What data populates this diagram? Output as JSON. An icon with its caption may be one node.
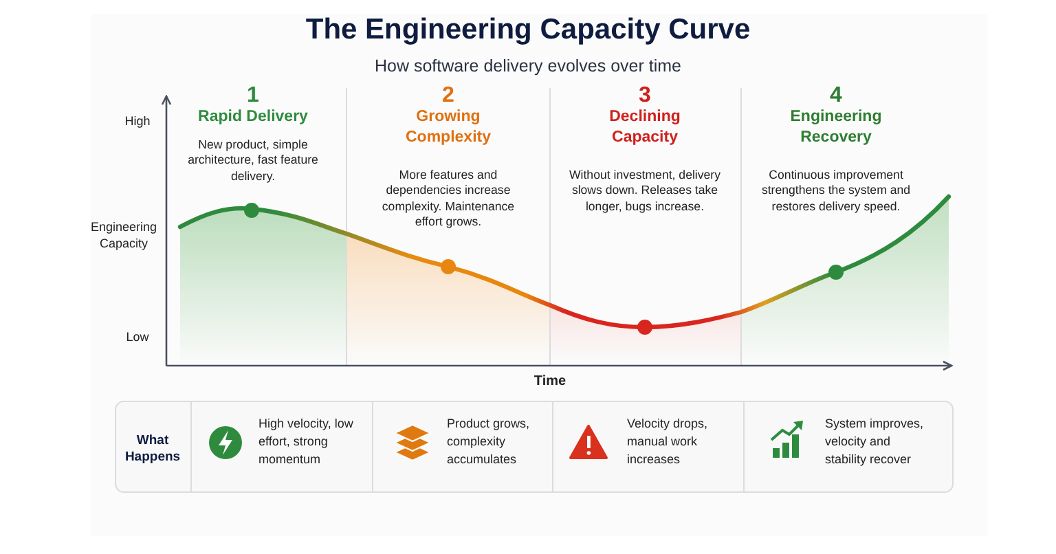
{
  "diagram": {
    "title": "The Engineering Capacity Curve",
    "labels": [
      "How software delivery evolves over time",
      "High",
      "Engineering Capacity",
      "Low",
      "Time",
      "1",
      "Rapid Delivery",
      "New product, simple architecture, fast feature delivery.",
      "2",
      "Growing Complexity",
      "More features and dependencies increase complexity. Maintenance effort grows.",
      "3",
      "Declining Capacity",
      "Without investment, delivery slows down. Releases take longer, bugs increase.",
      "4",
      "Engineering Recovery",
      "Continuous improvement strengthens the system and restores delivery speed.",
      "What Happens",
      "High velocity, low effort, strong momentum",
      "Product grows, complexity accumulates",
      "Velocity drops, manual work increases",
      "System improves, velocity and stability recover"
    ]
  }
}
